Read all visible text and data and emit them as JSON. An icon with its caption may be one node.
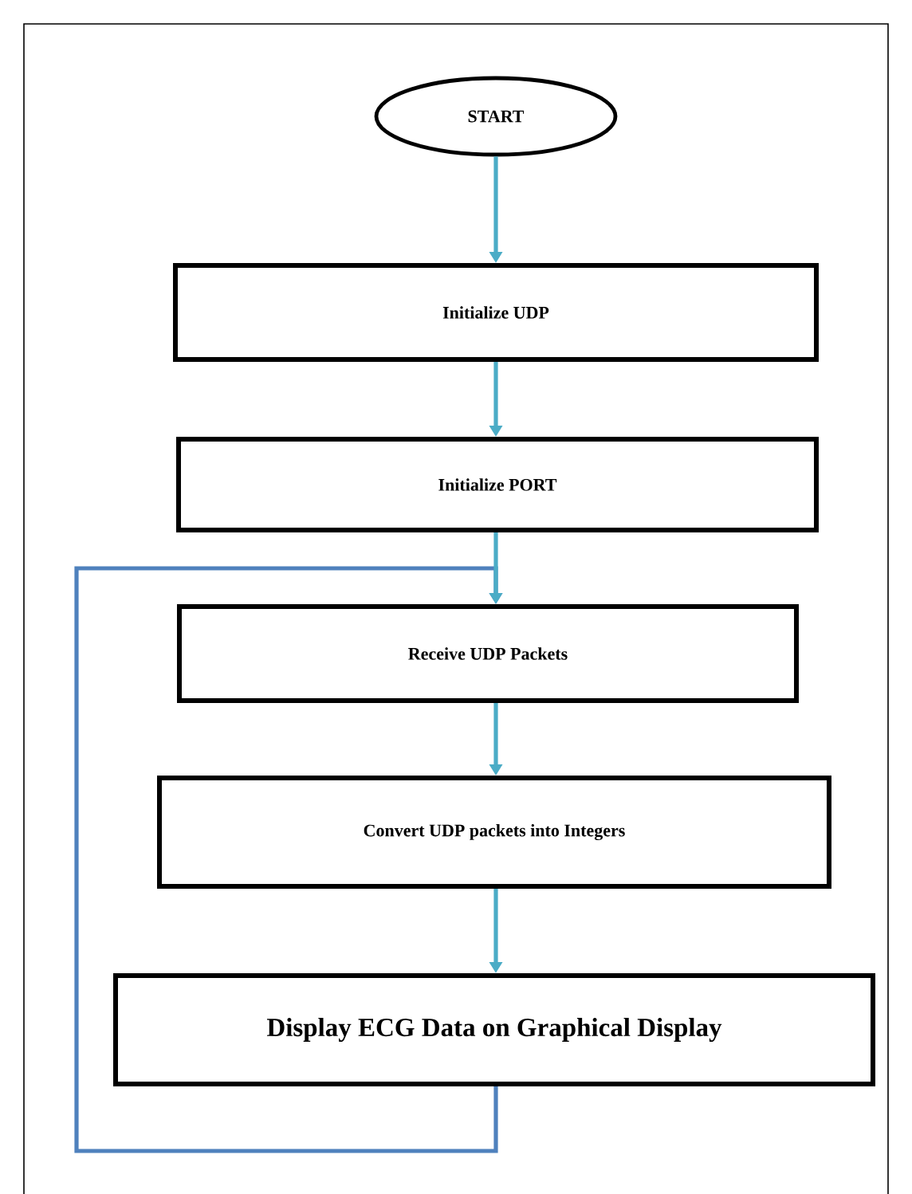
{
  "diagram": {
    "nodes": [
      {
        "text": [
          "START"
        ]
      },
      {
        "text": [
          "Initialize UDP"
        ]
      },
      {
        "text": [
          "Initialize PORT"
        ]
      },
      {
        "text": [
          "Receive UDP Packets"
        ]
      },
      {
        "text": [
          "Convert UDP packets into Integers"
        ]
      },
      {
        "text": [
          "Display ECG Data on Graphical Display"
        ]
      }
    ],
    "edges": [
      {
        "from": 0,
        "to": 1,
        "arrow": "to"
      },
      {
        "from": 1,
        "to": 2,
        "arrow": "to"
      },
      {
        "from": 2,
        "to": 3,
        "arrow": "to"
      },
      {
        "from": 3,
        "to": 4,
        "arrow": "to"
      },
      {
        "from": 4,
        "to": 5,
        "arrow": "to"
      },
      {
        "from": 5,
        "to": 3,
        "arrow": "to",
        "color": "#4f81bd"
      }
    ]
  }
}
